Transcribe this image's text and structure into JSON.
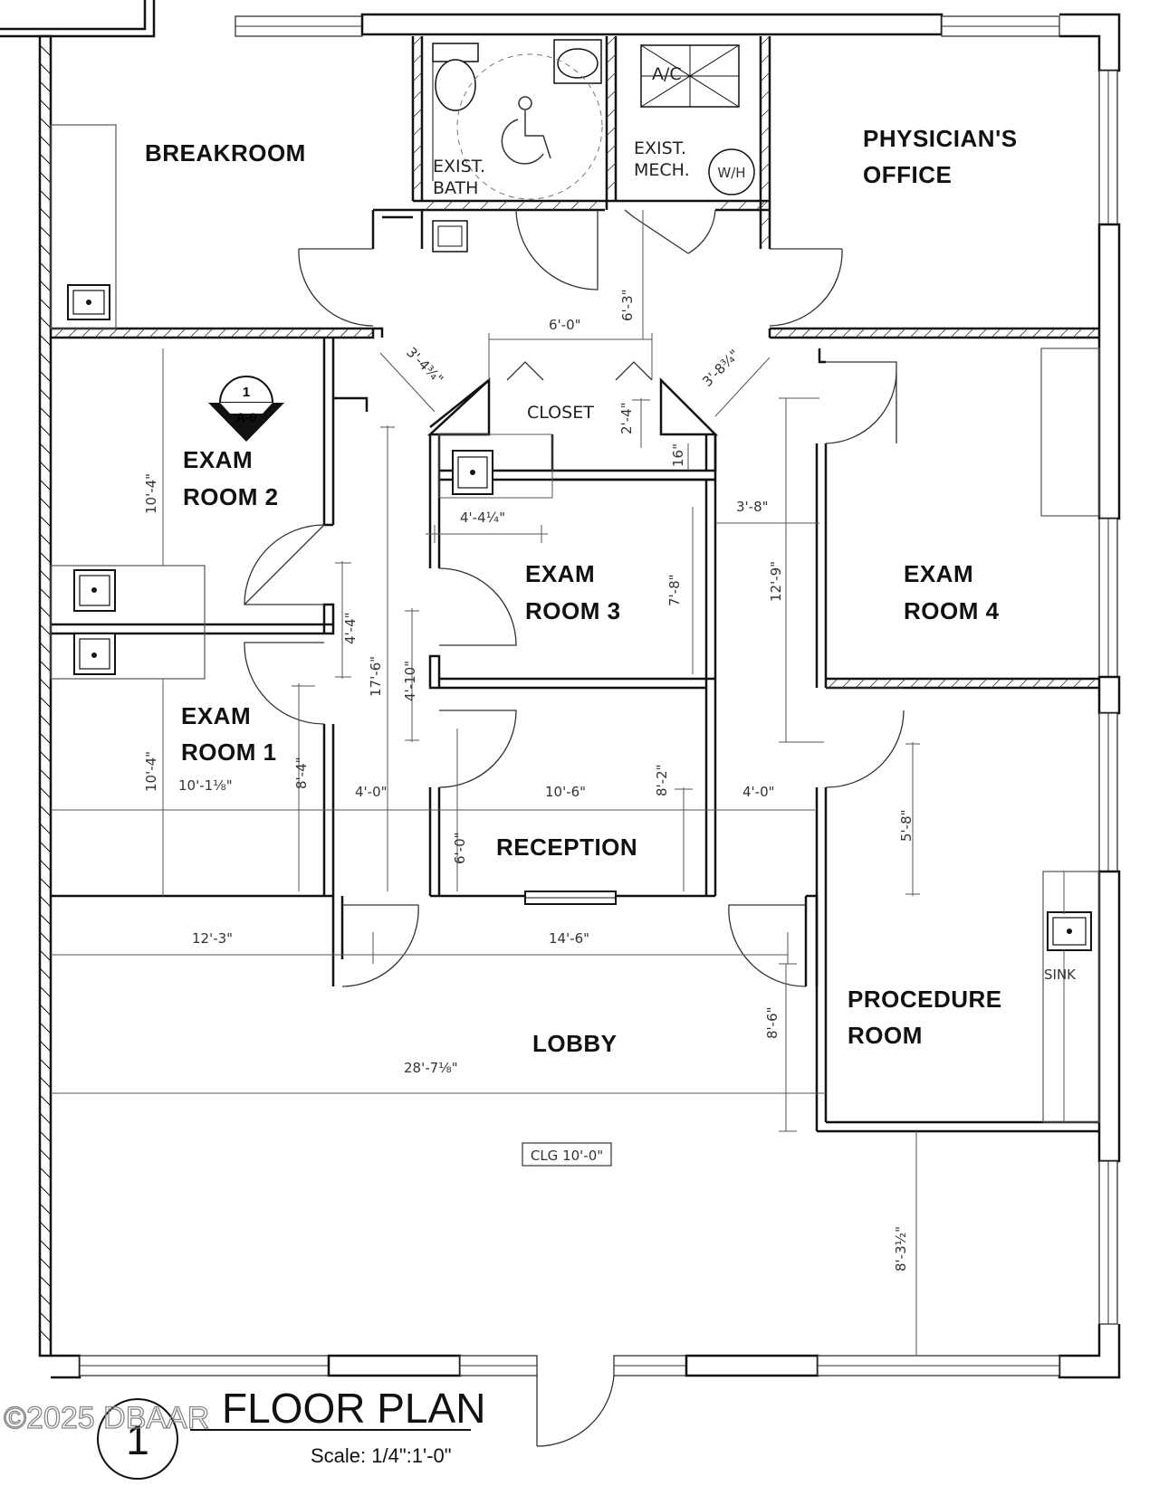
{
  "rooms": {
    "breakroom": "BREAKROOM",
    "exist_bath": [
      "EXIST.",
      "BATH"
    ],
    "exist_mech": [
      "EXIST.",
      "MECH."
    ],
    "ac": "A/C",
    "wh": "W/H",
    "physicians_office": [
      "PHYSICIAN'S",
      "OFFICE"
    ],
    "closet": "CLOSET",
    "exam_room_2": [
      "EXAM",
      "ROOM 2"
    ],
    "exam_room_3": [
      "EXAM",
      "ROOM 3"
    ],
    "exam_room_4": [
      "EXAM",
      "ROOM 4"
    ],
    "exam_room_1": [
      "EXAM",
      "ROOM 1"
    ],
    "reception": "RECEPTION",
    "procedure_room": [
      "PROCEDURE",
      "ROOM"
    ],
    "sink": "SINK",
    "lobby": "LOBBY"
  },
  "section_marker": {
    "number": "1",
    "sheet": "A-0"
  },
  "dimensions": {
    "d6_0_top": "6'-0\"",
    "d6_3": "6'-3\"",
    "d3_4_3_4": "3'-4¾\"",
    "d3_8_3_4": "3'-8¾\"",
    "d2_4": "2'-4\"",
    "d16": "16\"",
    "d10_4_a": "10'-4\"",
    "d4_4_1_4": "4'-4¼\"",
    "d3_8": "3'-8\"",
    "d12_9": "12'-9\"",
    "d7_8": "7'-8\"",
    "d4_4": "4'-4\"",
    "d17_6": "17'-6\"",
    "d4_10": "4'-10\"",
    "d10_4_b": "10'-4\"",
    "d10_1_1_8": "10'-1⅛\"",
    "d8_4": "8'-4\"",
    "d4_0_left": "4'-0\"",
    "d10_6": "10'-6\"",
    "d8_2": "8'-2\"",
    "d4_0_right": "4'-0\"",
    "d5_8": "5'-8\"",
    "d6_0_rec": "6'-0\"",
    "d12_3": "12'-3\"",
    "d14_6": "14'-6\"",
    "d8_6": "8'-6\"",
    "d28_7_1_8": "28'-7⅛\"",
    "clg": "CLG 10'-0\"",
    "d8_3_1_2": "8'-3½\""
  },
  "title_block": {
    "number": "1",
    "title": "FLOOR PLAN",
    "scale": "Scale: 1/4\":1'-0\""
  },
  "watermark": "©2025 DBAAR"
}
